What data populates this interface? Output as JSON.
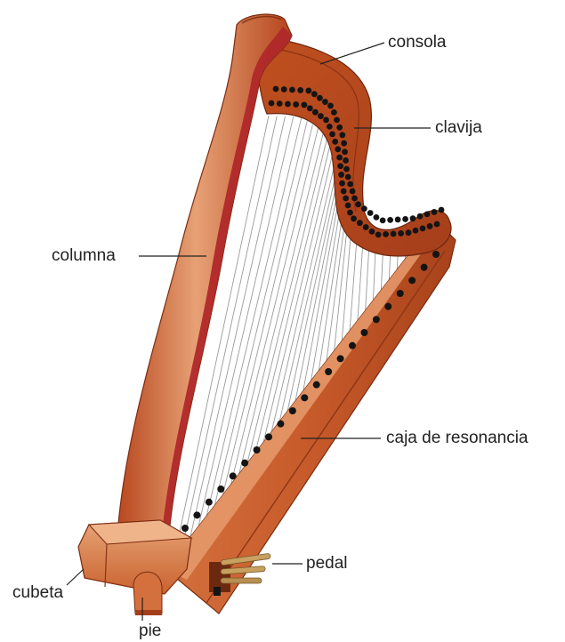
{
  "labels": {
    "consola": "consola",
    "clavija": "clavija",
    "columna": "columna",
    "caja": "caja de resonancia",
    "pedal": "pedal",
    "cubeta": "cubeta",
    "pie": "pie"
  },
  "colors": {
    "wood_dark": "#a63d1a",
    "wood_mid": "#c85a2e",
    "wood_light": "#e39a6c",
    "column_stripe": "#b0282a",
    "string": "#9a9a9a",
    "peg": "#141414",
    "pedal_brass": "#c8a060",
    "leader": "#222222"
  }
}
